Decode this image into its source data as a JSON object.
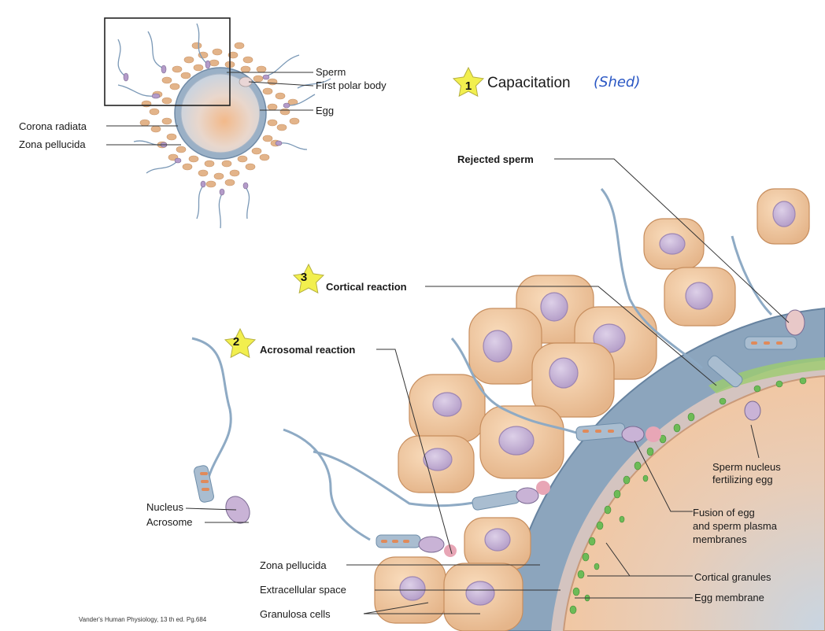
{
  "top_labels": {
    "sperm": "Sperm",
    "first_polar_body": "First polar body",
    "egg": "Egg",
    "corona_radiata": "Corona radiata",
    "zona_pellucida": "Zona pellucida"
  },
  "steps": [
    {
      "number": "1",
      "label": "Capacitation",
      "note": "(Shed)"
    },
    {
      "number": "2",
      "label": "Acrosomal reaction"
    },
    {
      "number": "3",
      "label": "Cortical reaction"
    }
  ],
  "labels": {
    "rejected_sperm": "Rejected sperm",
    "sperm_nucleus": "Sperm nucleus",
    "fertilizing_egg": "fertilizing egg",
    "fusion_1": "Fusion of egg",
    "fusion_2": "and sperm plasma",
    "fusion_3": "membranes",
    "cortical_granules": "Cortical granules",
    "egg_membrane": "Egg membrane",
    "nucleus": "Nucleus",
    "acrosome": "Acrosome",
    "zona_pellucida": "Zona pellucida",
    "extracellular_space": "Extracellular space",
    "granulosa_cells": "Granulosa cells"
  },
  "caption": "Vander's Human Physiology, 13 th ed. Pg.684",
  "colors": {
    "star": "#f2ef4e",
    "handwriting": "#2a57c4",
    "granulosa": "#f0c9a0",
    "nucleus": "#c9b3d6",
    "zona": "#8fa7be",
    "cytoplasm": "#f3c7a4",
    "granule": "#6dbb57"
  }
}
